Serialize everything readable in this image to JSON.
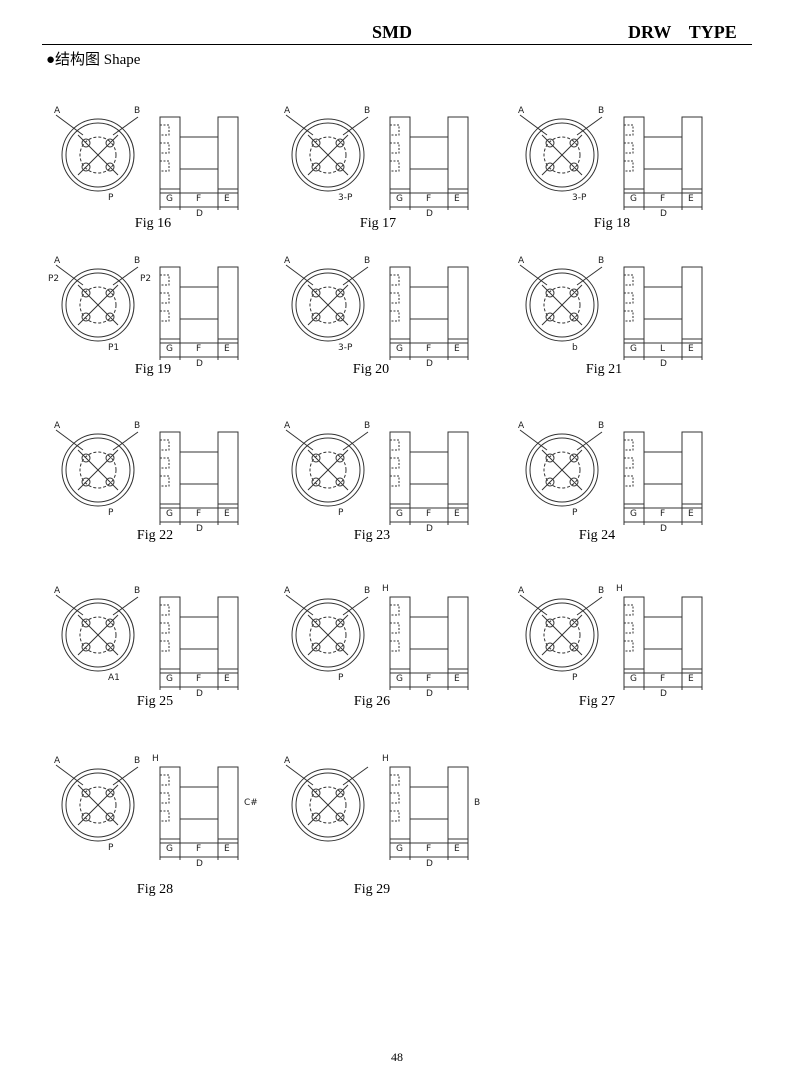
{
  "header": {
    "left": "SMD",
    "right": "DRW    TYPE"
  },
  "section_title": "●结构图 Shape",
  "page_number": "48",
  "figures": [
    {
      "caption": "Fig 16",
      "front_labels": [
        "A",
        "B",
        "P"
      ],
      "side_labels": [
        "G",
        "F",
        "E",
        "D"
      ]
    },
    {
      "caption": "Fig 17",
      "front_labels": [
        "A",
        "B",
        "3-P"
      ],
      "side_labels": [
        "G",
        "F",
        "E",
        "D"
      ]
    },
    {
      "caption": "Fig 18",
      "front_labels": [
        "A",
        "B",
        "3-P"
      ],
      "side_labels": [
        "G",
        "F",
        "E",
        "D"
      ]
    },
    {
      "caption": "Fig 19",
      "front_labels": [
        "A",
        "B",
        "P1",
        "P2",
        "P2"
      ],
      "side_labels": [
        "G",
        "F",
        "E",
        "D"
      ]
    },
    {
      "caption": "Fig 20",
      "front_labels": [
        "A",
        "B",
        "3-P"
      ],
      "side_labels": [
        "G",
        "F",
        "E",
        "D"
      ]
    },
    {
      "caption": "Fig 21",
      "front_labels": [
        "A",
        "B",
        "b"
      ],
      "side_labels": [
        "G",
        "L",
        "E",
        "D"
      ]
    },
    {
      "caption": "Fig 22",
      "front_labels": [
        "A",
        "B",
        "P"
      ],
      "side_labels": [
        "G",
        "F",
        "E",
        "D"
      ]
    },
    {
      "caption": "Fig 23",
      "front_labels": [
        "A",
        "B",
        "P"
      ],
      "side_labels": [
        "G",
        "F",
        "E",
        "D"
      ]
    },
    {
      "caption": "Fig 24",
      "front_labels": [
        "A",
        "B",
        "P"
      ],
      "side_labels": [
        "G",
        "F",
        "E",
        "D"
      ]
    },
    {
      "caption": "Fig 25",
      "front_labels": [
        "A",
        "B",
        "A1"
      ],
      "side_labels": [
        "G",
        "F",
        "E",
        "D"
      ]
    },
    {
      "caption": "Fig 26",
      "front_labels": [
        "A",
        "B",
        "P"
      ],
      "side_labels": [
        "G",
        "F",
        "E",
        "D",
        "H"
      ]
    },
    {
      "caption": "Fig 27",
      "front_labels": [
        "A",
        "B",
        "P"
      ],
      "side_labels": [
        "G",
        "F",
        "E",
        "D",
        "H"
      ]
    },
    {
      "caption": "Fig 28",
      "front_labels": [
        "A",
        "B",
        "P"
      ],
      "side_labels": [
        "G",
        "F",
        "E",
        "D",
        "H",
        "C#"
      ]
    },
    {
      "caption": "Fig 29",
      "front_labels": [
        "A"
      ],
      "side_labels": [
        "G",
        "F",
        "E",
        "D",
        "H",
        "B"
      ]
    }
  ]
}
